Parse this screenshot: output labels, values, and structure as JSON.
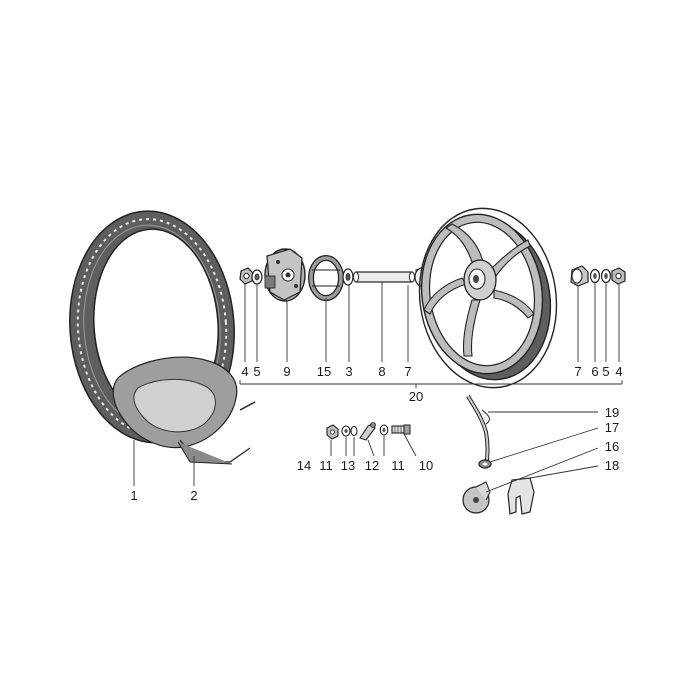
{
  "diagram": {
    "labels": {
      "p1": "1",
      "p2": "2",
      "p3": "3",
      "p4a": "4",
      "p4b": "4",
      "p5a": "5",
      "p5b": "5",
      "p6": "6",
      "p7a": "7",
      "p7b": "7",
      "p8": "8",
      "p9": "9",
      "p10": "10",
      "p11a": "11",
      "p11b": "11",
      "p12": "12",
      "p13": "13",
      "p14": "14",
      "p15": "15",
      "p16": "16",
      "p17": "17",
      "p18": "18",
      "p19": "19",
      "p20": "20"
    },
    "colors": {
      "ink": "#2a2a2a",
      "tyre": "#5e5e5e",
      "metal": "#bdbdbd",
      "background": "#ffffff"
    }
  }
}
